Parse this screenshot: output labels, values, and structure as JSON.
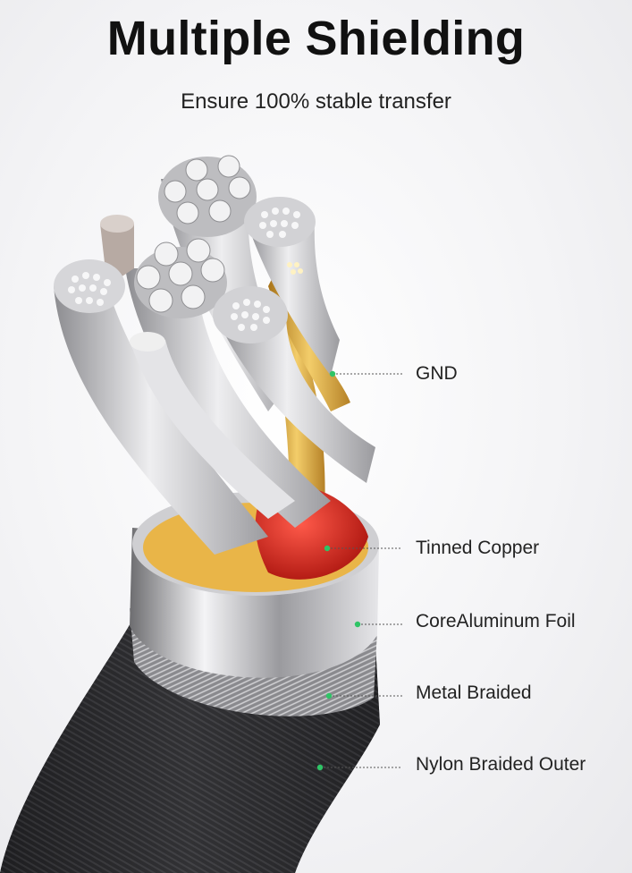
{
  "header": {
    "title": "Multiple Shielding",
    "subtitle": "Ensure 100% stable transfer"
  },
  "labels": [
    {
      "id": "gnd",
      "text": "GND"
    },
    {
      "id": "tinned-copper",
      "text": "Tinned Copper"
    },
    {
      "id": "aluminum-foil",
      "text": "CoreAluminum Foil"
    },
    {
      "id": "metal-braided",
      "text": "Metal Braided"
    },
    {
      "id": "nylon-outer",
      "text": "Nylon Braided Outer"
    }
  ],
  "colors": {
    "dot": "#2fc466",
    "title": "#111111",
    "copper_red": "#d8261c",
    "gold": "#d9a53a",
    "silver": "#c9c9cc",
    "nylon": "#2a2a2c"
  }
}
